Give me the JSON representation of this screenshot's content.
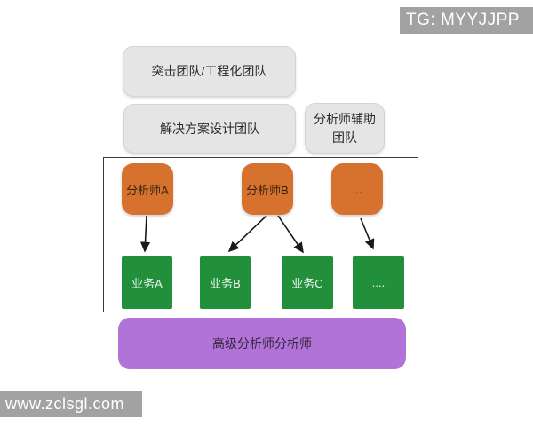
{
  "banners": {
    "tg_label": "TG: MYYJJPP",
    "watermark": "www.zclsgl.com"
  },
  "team_boxes": [
    {
      "label": "突击团队/工程化团队"
    },
    {
      "label": "解决方案设计团队"
    },
    {
      "label": "分析师辅助团队"
    }
  ],
  "analyst_nodes": [
    {
      "label": "分析师A"
    },
    {
      "label": "分析师B"
    },
    {
      "label": "..."
    }
  ],
  "business_nodes": [
    {
      "label": "业务A"
    },
    {
      "label": "业务B"
    },
    {
      "label": "业务C"
    },
    {
      "label": "...."
    }
  ],
  "senior_box": {
    "label": "高级分析师分析师"
  },
  "edges": [
    {
      "from": "分析师A",
      "to": "业务A"
    },
    {
      "from": "分析师B",
      "to": "业务B"
    },
    {
      "from": "分析师B",
      "to": "业务C"
    },
    {
      "from": "...",
      "to": "...."
    }
  ],
  "colors": {
    "analyst_fill": "#D7722E",
    "business_fill": "#22903A",
    "senior_fill": "#B273D8",
    "team_fill": "#E5E5E5",
    "banner_bg": "#A2A2A2",
    "frame_border": "#3C3C3C",
    "arrow": "#1A1A1A"
  }
}
